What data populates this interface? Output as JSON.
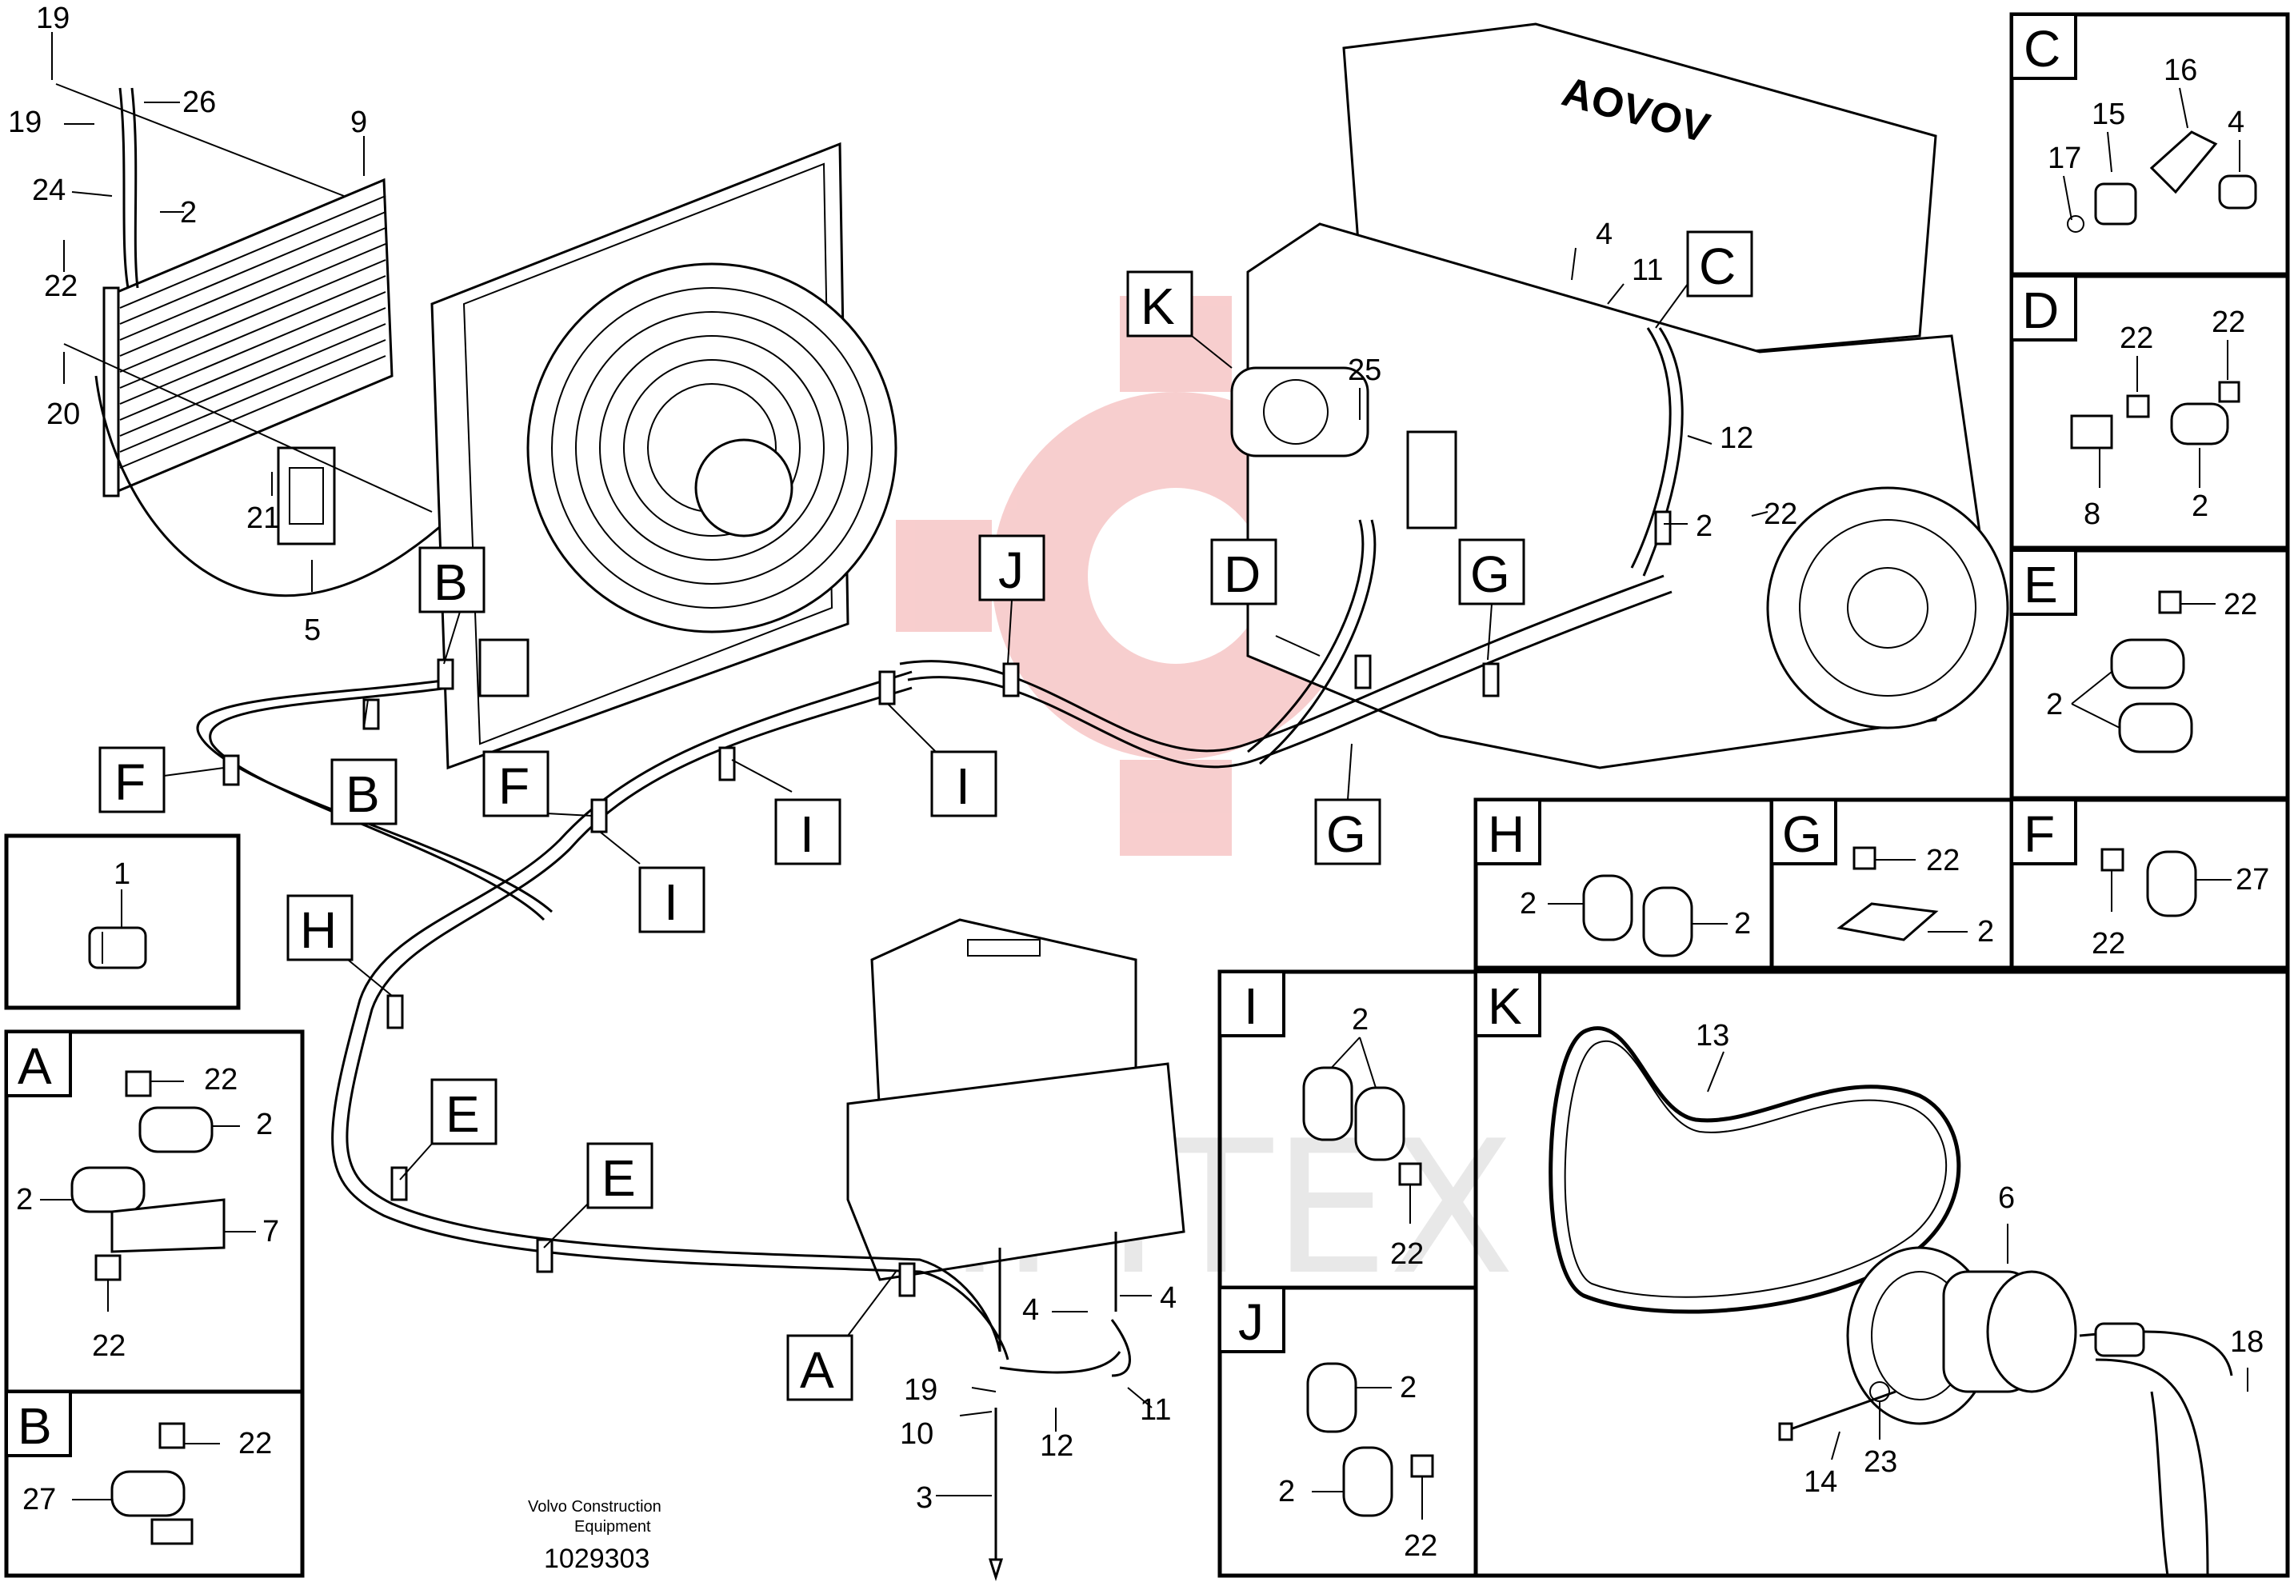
{
  "overview": {
    "callouts": {
      "c19a": "19",
      "c26": "26",
      "c19b": "19",
      "c9": "9",
      "c24": "24",
      "c2a": "2",
      "c22a": "22",
      "c20": "20",
      "c21": "21",
      "c5": "5",
      "c4a": "4",
      "c11a": "11",
      "c25": "25",
      "c12a": "12",
      "c2b": "2",
      "c22b": "22",
      "c4b": "4",
      "c4c": "4",
      "c19c": "19",
      "c10": "10",
      "c12b": "12",
      "c11b": "11",
      "c3": "3"
    },
    "view_labels": {
      "K": "K",
      "C": "C",
      "B1": "B",
      "B2": "B",
      "F1": "F",
      "F2": "F",
      "J": "J",
      "D": "D",
      "G1": "G",
      "G2": "G",
      "I1": "I",
      "I2": "I",
      "I3": "I",
      "H": "H",
      "E1": "E",
      "E2": "E",
      "A": "A"
    }
  },
  "detail_boxes": {
    "C": {
      "label": "C",
      "parts": [
        "16",
        "15",
        "4",
        "17"
      ]
    },
    "D": {
      "label": "D",
      "parts": [
        "22",
        "22",
        "8",
        "2"
      ]
    },
    "E": {
      "label": "E",
      "parts": [
        "22",
        "2"
      ]
    },
    "H": {
      "label": "H",
      "parts": [
        "2",
        "2"
      ]
    },
    "G": {
      "label": "G",
      "parts": [
        "22",
        "2"
      ]
    },
    "F": {
      "label": "F",
      "parts": [
        "27",
        "22"
      ]
    },
    "I": {
      "label": "I",
      "parts": [
        "2",
        "22"
      ]
    },
    "J": {
      "label": "J",
      "parts": [
        "2",
        "2",
        "22"
      ]
    },
    "K": {
      "label": "K",
      "parts": [
        "13",
        "6",
        "18",
        "14",
        "23"
      ]
    },
    "part1": {
      "parts": [
        "1"
      ]
    },
    "A": {
      "label": "A",
      "parts": [
        "22",
        "2",
        "2",
        "7",
        "22"
      ]
    },
    "B": {
      "label": "B",
      "parts": [
        "22",
        "27"
      ]
    }
  },
  "footer": {
    "maker_line1": "Volvo Construction",
    "maker_line2": "Equipment",
    "doc_number": "1029303"
  },
  "watermark": {
    "text": "ИМТЕХ",
    "color": "#e8e8e8",
    "logo_color": "#f7c9c9"
  },
  "colors": {
    "ink": "#000000",
    "paper": "#ffffff"
  }
}
